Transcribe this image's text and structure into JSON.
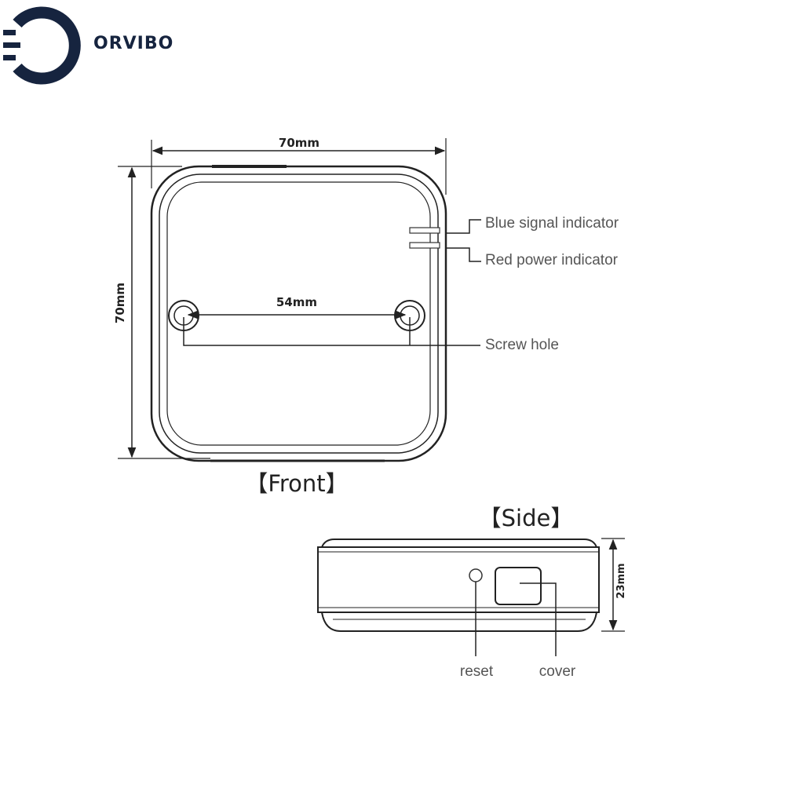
{
  "brand": {
    "name": "ORVIBO",
    "logo_color": "#16243f"
  },
  "front": {
    "caption": "【Front】",
    "width_dim": "70mm",
    "height_dim": "70mm",
    "screw_spacing": "54mm",
    "callouts": {
      "blue_indicator": "Blue signal indicator",
      "red_indicator": "Red power indicator",
      "screw_hole": "Screw hole"
    }
  },
  "side": {
    "caption": "【Side】",
    "height_dim": "23mm",
    "callouts": {
      "reset": "reset",
      "cover": "cover"
    }
  }
}
